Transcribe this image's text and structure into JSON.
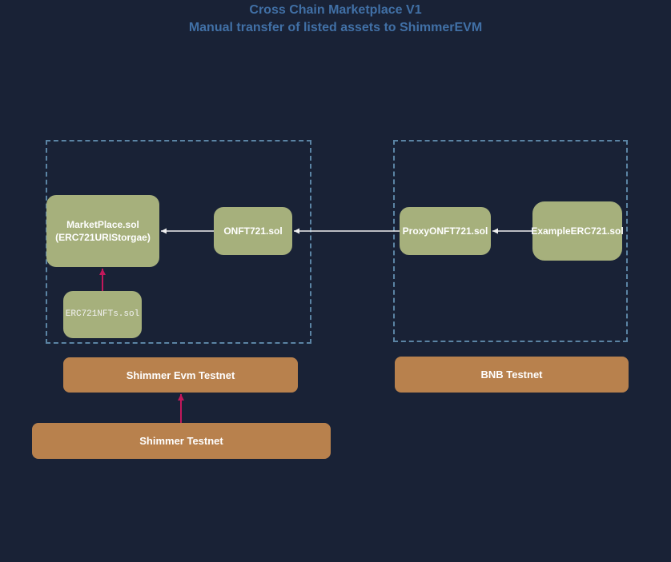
{
  "title": {
    "line1": "Cross Chain Marketplace V1",
    "line2": "Manual transfer of listed assets to ShimmerEVM"
  },
  "contracts": {
    "marketplace": {
      "line1": "MarketPlace.sol",
      "line2": "(ERC721URIStorgae)"
    },
    "onft721": {
      "label": "ONFT721.sol"
    },
    "erc721nfts": {
      "label": "ERC721NFTs.sol"
    },
    "proxyonft721": {
      "label": "ProxyONFT721.sol"
    },
    "exampleerc721": {
      "label": "ExampleERC721.sol"
    }
  },
  "networks": {
    "shimmer_evm": {
      "label": "Shimmer Evm Testnet"
    },
    "bnb": {
      "label": "BNB Testnet"
    },
    "shimmer_testnet": {
      "label": "Shimmer Testnet"
    }
  },
  "edges": [
    {
      "from": "ONFT721.sol",
      "to": "MarketPlace.sol",
      "color": "#f0f0f0"
    },
    {
      "from": "ProxyONFT721.sol",
      "to": "ONFT721.sol",
      "color": "#f0f0f0"
    },
    {
      "from": "ExampleERC721.sol",
      "to": "ProxyONFT721.sol",
      "color": "#f0f0f0"
    },
    {
      "from": "ERC721NFTs.sol",
      "to": "MarketPlace.sol",
      "color": "#c2185b"
    },
    {
      "from": "Shimmer Testnet",
      "to": "Shimmer Evm Testnet",
      "color": "#c2185b"
    }
  ],
  "colors": {
    "background": "#192236",
    "title_text": "#4170a6",
    "group_border": "#5b84a4",
    "contract_fill": "#a6b07c",
    "network_fill": "#b8814d",
    "node_text": "#ffffff",
    "arrow_white": "#f0f0f0",
    "arrow_pink": "#c2185b"
  }
}
